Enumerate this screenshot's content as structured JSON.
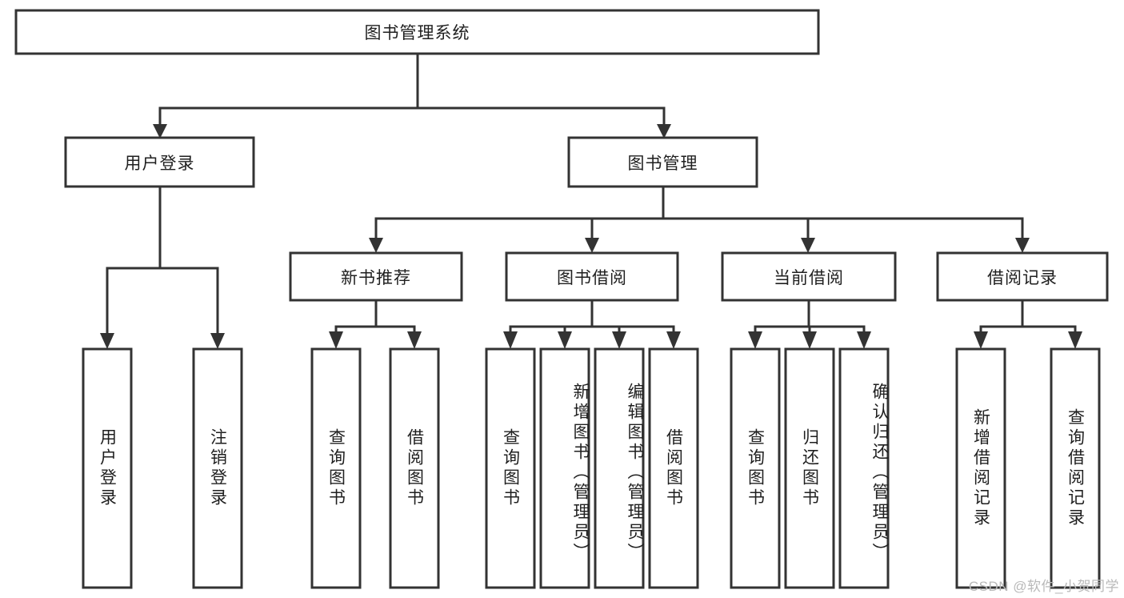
{
  "diagram": {
    "type": "tree-hierarchy",
    "title": "图书管理系统",
    "watermark": "CSDN @软件_小贺同学",
    "colors": {
      "stroke": "#333333",
      "fill": "#ffffff",
      "text": "#1f1f1f",
      "watermark": "#b9b9b9"
    },
    "root": {
      "label": "图书管理系统",
      "id": "root-book-management-system"
    },
    "level2": [
      {
        "id": "user-login",
        "label": "用户登录"
      },
      {
        "id": "book-management",
        "label": "图书管理"
      }
    ],
    "level3": [
      {
        "id": "new-book-recommend",
        "label": "新书推荐",
        "parent": "book-management"
      },
      {
        "id": "book-borrow",
        "label": "图书借阅",
        "parent": "book-management"
      },
      {
        "id": "current-borrow",
        "label": "当前借阅",
        "parent": "book-management"
      },
      {
        "id": "borrow-record",
        "label": "借阅记录",
        "parent": "book-management"
      }
    ],
    "leaves": {
      "user-login": [
        {
          "id": "leaf-user-login",
          "label": "用户登录"
        },
        {
          "id": "leaf-logout-login",
          "label": "注销登录"
        }
      ],
      "new-book-recommend": [
        {
          "id": "leaf-query-book-1",
          "label": "查询图书"
        },
        {
          "id": "leaf-borrow-book-1",
          "label": "借阅图书"
        }
      ],
      "book-borrow": [
        {
          "id": "leaf-query-book-2",
          "label": "查询图书"
        },
        {
          "id": "leaf-add-book-admin",
          "label": "新增图书（管理员）"
        },
        {
          "id": "leaf-edit-book-admin",
          "label": "编辑图书（管理员）"
        },
        {
          "id": "leaf-borrow-book-2",
          "label": "借阅图书"
        }
      ],
      "current-borrow": [
        {
          "id": "leaf-query-book-3",
          "label": "查询图书"
        },
        {
          "id": "leaf-return-book",
          "label": "归还图书"
        },
        {
          "id": "leaf-confirm-return-admin",
          "label": "确认归还（管理员）"
        }
      ],
      "borrow-record": [
        {
          "id": "leaf-add-borrow-record",
          "label": "新增借阅记录"
        },
        {
          "id": "leaf-query-borrow-record",
          "label": "查询借阅记录"
        }
      ]
    }
  }
}
